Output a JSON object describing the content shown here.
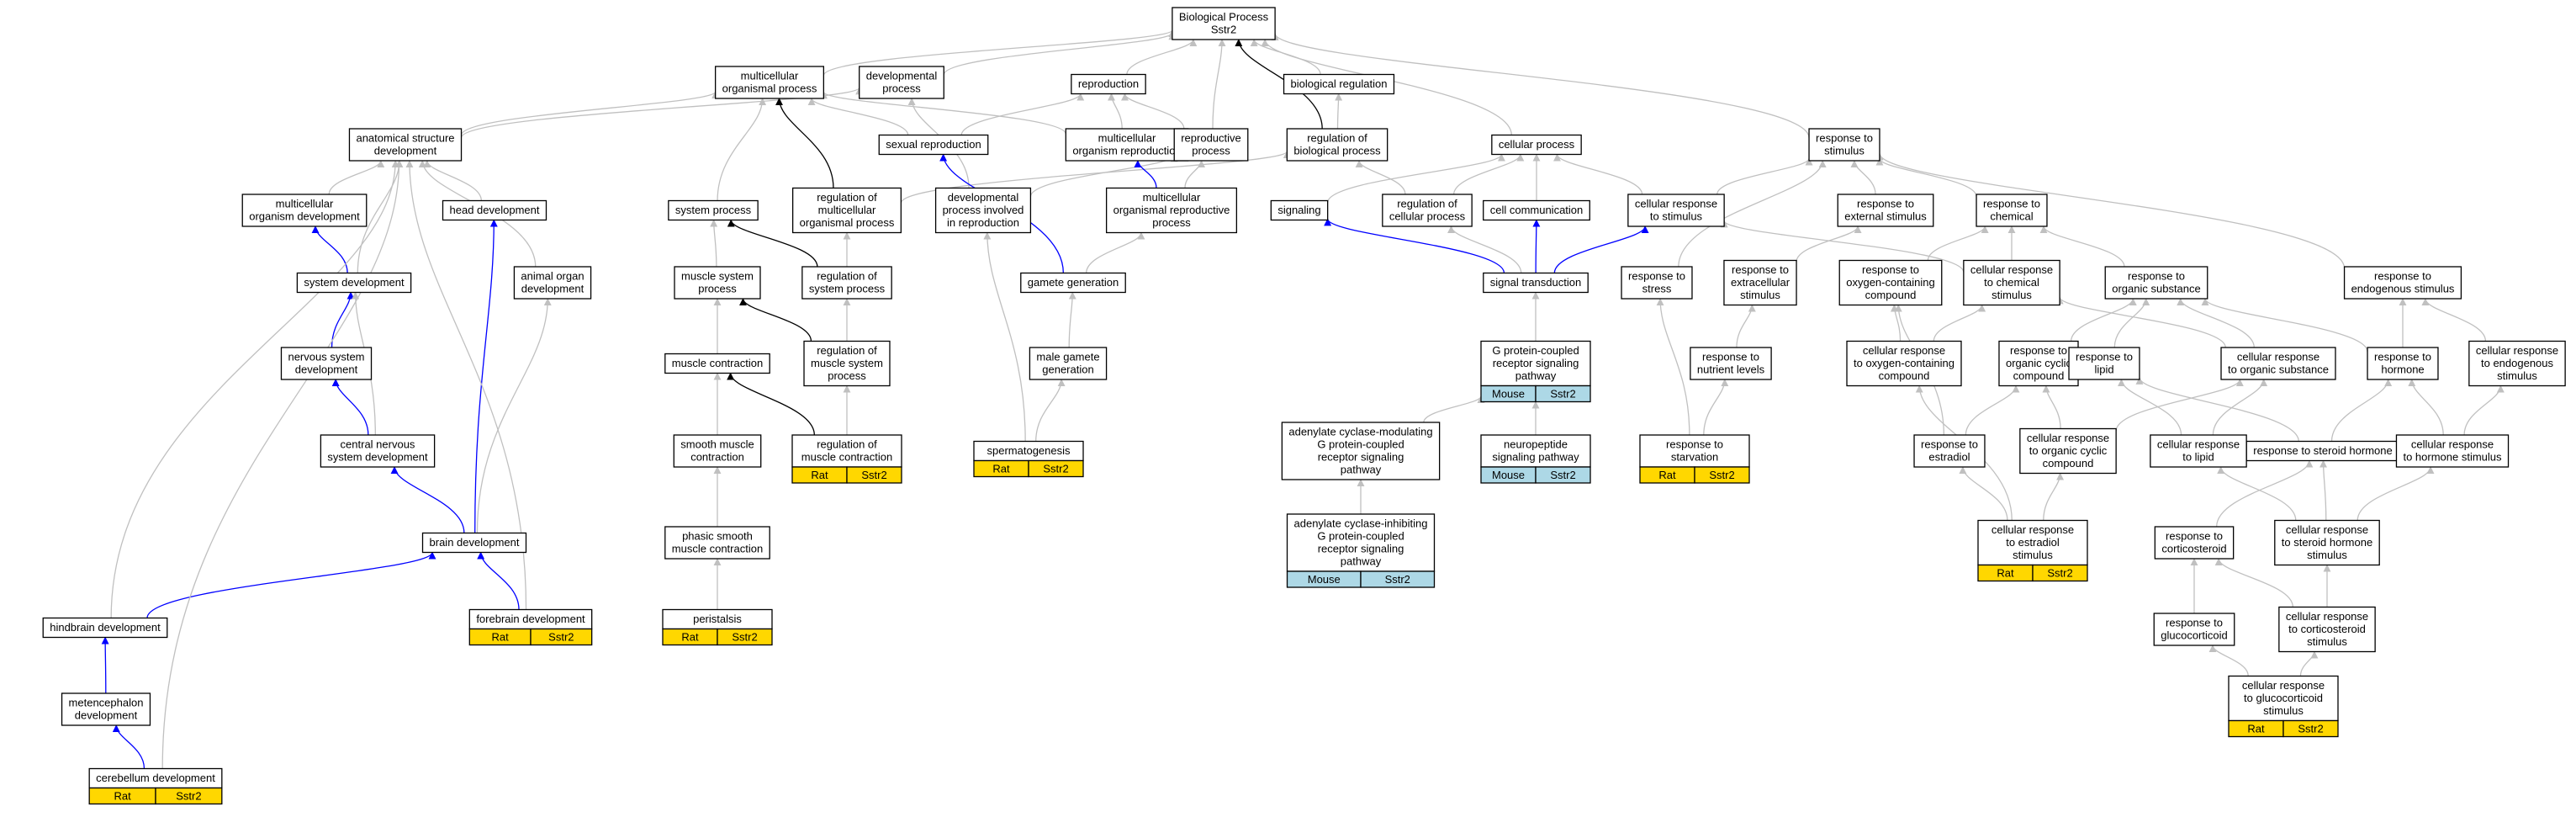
{
  "colors": {
    "gray_edge": "#c0c0c0",
    "black_edge": "#000000",
    "blue_edge": "#0000ff",
    "rat_fill": "#ffd700",
    "mouse_fill": "#add8e6"
  },
  "nodes": {
    "bp": [
      "Biological Process",
      "Sstr2"
    ],
    "mop": [
      "multicellular",
      "organismal process"
    ],
    "devp": [
      "developmental",
      "process"
    ],
    "repro": [
      "reproduction"
    ],
    "biorg": [
      "biological regulation"
    ],
    "asd": [
      "anatomical structure",
      "development"
    ],
    "sexrep": [
      "sexual reproduction"
    ],
    "mor": [
      "multicellular",
      "organism reproduction"
    ],
    "rp": [
      "reproductive",
      "process"
    ],
    "rbp": [
      "regulation of",
      "biological process"
    ],
    "cellp": [
      "cellular process"
    ],
    "rts": [
      "response to",
      "stimulus"
    ],
    "mod": [
      "multicellular",
      "organism development"
    ],
    "hd": [
      "head development"
    ],
    "sysp": [
      "system process"
    ],
    "rmop": [
      "regulation of",
      "multicellular",
      "organismal process"
    ],
    "dpir": [
      "developmental",
      "process involved",
      "in reproduction"
    ],
    "morp": [
      "multicellular",
      "organismal reproductive",
      "process"
    ],
    "sig": [
      "signaling"
    ],
    "rcp": [
      "regulation of",
      "cellular process"
    ],
    "cc": [
      "cell communication"
    ],
    "crs": [
      "cellular response",
      "to stimulus"
    ],
    "res": [
      "response to",
      "external stimulus"
    ],
    "rchem": [
      "response to",
      "chemical"
    ],
    "sysd": [
      "system development"
    ],
    "aod": [
      "animal organ",
      "development"
    ],
    "msp": [
      "muscle system",
      "process"
    ],
    "rsp": [
      "regulation of",
      "system process"
    ],
    "gg": [
      "gamete generation"
    ],
    "st": [
      "signal transduction"
    ],
    "rstress": [
      "response to",
      "stress"
    ],
    "res2": [
      "response to",
      "extracellular",
      "stimulus"
    ],
    "rocc": [
      "response to",
      "oxygen-containing",
      "compound"
    ],
    "crcs": [
      "cellular response",
      "to chemical",
      "stimulus"
    ],
    "ros": [
      "response to",
      "organic substance"
    ],
    "rends": [
      "response to",
      "endogenous stimulus"
    ],
    "nsd": [
      "nervous system",
      "development"
    ],
    "mc": [
      "muscle contraction"
    ],
    "rmsp": [
      "regulation of",
      "muscle system",
      "process"
    ],
    "mgg": [
      "male gamete",
      "generation"
    ],
    "gpcr": [
      "G protein-coupled",
      "receptor signaling",
      "pathway"
    ],
    "rnl": [
      "response to",
      "nutrient levels"
    ],
    "croc": [
      "cellular response",
      "to oxygen-containing",
      "compound"
    ],
    "rocyc": [
      "response to",
      "organic cyclic",
      "compound"
    ],
    "rlip": [
      "response to",
      "lipid"
    ],
    "cros": [
      "cellular response",
      "to organic substance"
    ],
    "rhorm": [
      "response to",
      "hormone"
    ],
    "cres": [
      "cellular response",
      "to endogenous",
      "stimulus"
    ],
    "cnsd": [
      "central nervous",
      "system development"
    ],
    "smc": [
      "smooth muscle",
      "contraction"
    ],
    "rmc": [
      "regulation of",
      "muscle contraction"
    ],
    "sperm": [
      "spermatogenesis"
    ],
    "acmod": [
      "adenylate cyclase-modulating",
      "G protein-coupled",
      "receptor signaling",
      "pathway"
    ],
    "nsp": [
      "neuropeptide",
      "signaling pathway"
    ],
    "rstarv": [
      "response to",
      "starvation"
    ],
    "restr": [
      "response to",
      "estradiol"
    ],
    "crocyc": [
      "cellular response",
      "to organic cyclic",
      "compound"
    ],
    "crlip": [
      "cellular response",
      "to lipid"
    ],
    "rsh": [
      "response to steroid hormone"
    ],
    "crhs": [
      "cellular response",
      "to hormone stimulus"
    ],
    "bd": [
      "brain development"
    ],
    "psmc": [
      "phasic smooth",
      "muscle contraction"
    ],
    "acinh": [
      "adenylate cyclase-inhibiting",
      "G protein-coupled",
      "receptor signaling",
      "pathway"
    ],
    "cres2": [
      "cellular response",
      "to estradiol",
      "stimulus"
    ],
    "rcort": [
      "response to",
      "corticosteroid"
    ],
    "crsh": [
      "cellular response",
      "to steroid hormone",
      "stimulus"
    ],
    "hbd": [
      "hindbrain development"
    ],
    "fbd": [
      "forebrain development"
    ],
    "peri": [
      "peristalsis"
    ],
    "rgluc": [
      "response to",
      "glucocorticoid"
    ],
    "crcort": [
      "cellular response",
      "to corticosteroid",
      "stimulus"
    ],
    "med": [
      "metencephalon",
      "development"
    ],
    "crgs": [
      "cellular response",
      "to glucocorticoid",
      "stimulus"
    ],
    "cbd": [
      "cerebellum development"
    ]
  },
  "annotations": {
    "fbd": [
      "Rat",
      "Sstr2"
    ],
    "cbd": [
      "Rat",
      "Sstr2"
    ],
    "rmc": [
      "Rat",
      "Sstr2"
    ],
    "peri": [
      "Rat",
      "Sstr2"
    ],
    "sperm": [
      "Rat",
      "Sstr2"
    ],
    "gpcr": [
      "Mouse",
      "Sstr2"
    ],
    "nsp": [
      "Mouse",
      "Sstr2"
    ],
    "acinh": [
      "Mouse",
      "Sstr2"
    ],
    "rstarv": [
      "Rat",
      "Sstr2"
    ],
    "cres2": [
      "Rat",
      "Sstr2"
    ],
    "crgs": [
      "Rat",
      "Sstr2"
    ]
  },
  "edges": [
    [
      "mop",
      "bp",
      "gray"
    ],
    [
      "devp",
      "bp",
      "gray"
    ],
    [
      "repro",
      "bp",
      "gray"
    ],
    [
      "biorg",
      "bp",
      "gray"
    ],
    [
      "rbp",
      "bp",
      "black"
    ],
    [
      "cellp",
      "bp",
      "gray"
    ],
    [
      "rts",
      "bp",
      "gray"
    ],
    [
      "rp",
      "bp",
      "gray"
    ],
    [
      "asd",
      "mop",
      "gray"
    ],
    [
      "asd",
      "devp",
      "gray"
    ],
    [
      "sexrep",
      "repro",
      "gray"
    ],
    [
      "sexrep",
      "mop",
      "gray"
    ],
    [
      "mor",
      "repro",
      "gray"
    ],
    [
      "mor",
      "mop",
      "gray"
    ],
    [
      "rp",
      "repro",
      "gray"
    ],
    [
      "rbp",
      "biorg",
      "gray"
    ],
    [
      "mod",
      "asd",
      "gray"
    ],
    [
      "hd",
      "asd",
      "gray"
    ],
    [
      "sysp",
      "mop",
      "gray"
    ],
    [
      "rmop",
      "mop",
      "black"
    ],
    [
      "rmop",
      "rbp",
      "gray"
    ],
    [
      "dpir",
      "devp",
      "gray"
    ],
    [
      "dpir",
      "rp",
      "gray"
    ],
    [
      "morp",
      "mor",
      "blue"
    ],
    [
      "morp",
      "rp",
      "gray"
    ],
    [
      "sig",
      "cellp",
      "gray"
    ],
    [
      "rcp",
      "rbp",
      "gray"
    ],
    [
      "rcp",
      "cellp",
      "gray"
    ],
    [
      "cc",
      "cellp",
      "gray"
    ],
    [
      "crs",
      "cellp",
      "gray"
    ],
    [
      "crs",
      "rts",
      "gray"
    ],
    [
      "res",
      "rts",
      "gray"
    ],
    [
      "rchem",
      "rts",
      "gray"
    ],
    [
      "sysd",
      "mod",
      "blue"
    ],
    [
      "sysd",
      "asd",
      "gray"
    ],
    [
      "aod",
      "asd",
      "gray"
    ],
    [
      "msp",
      "sysp",
      "gray"
    ],
    [
      "rsp",
      "sysp",
      "black"
    ],
    [
      "rsp",
      "rmop",
      "gray"
    ],
    [
      "gg",
      "sexrep",
      "blue"
    ],
    [
      "gg",
      "morp",
      "gray"
    ],
    [
      "st",
      "sig",
      "blue"
    ],
    [
      "st",
      "cc",
      "blue"
    ],
    [
      "st",
      "crs",
      "blue"
    ],
    [
      "st",
      "rcp",
      "gray"
    ],
    [
      "rstress",
      "rts",
      "gray"
    ],
    [
      "res2",
      "res",
      "gray"
    ],
    [
      "rocc",
      "rchem",
      "gray"
    ],
    [
      "crcs",
      "rchem",
      "gray"
    ],
    [
      "crcs",
      "crs",
      "gray"
    ],
    [
      "ros",
      "rchem",
      "gray"
    ],
    [
      "rends",
      "rts",
      "gray"
    ],
    [
      "nsd",
      "sysd",
      "blue"
    ],
    [
      "mc",
      "msp",
      "gray"
    ],
    [
      "rmsp",
      "msp",
      "black"
    ],
    [
      "rmsp",
      "rsp",
      "gray"
    ],
    [
      "mgg",
      "gg",
      "gray"
    ],
    [
      "gpcr",
      "st",
      "gray"
    ],
    [
      "rnl",
      "res2",
      "gray"
    ],
    [
      "croc",
      "rocc",
      "gray"
    ],
    [
      "croc",
      "crcs",
      "gray"
    ],
    [
      "rocyc",
      "ros",
      "gray"
    ],
    [
      "rlip",
      "ros",
      "gray"
    ],
    [
      "cros",
      "ros",
      "gray"
    ],
    [
      "cros",
      "crcs",
      "gray"
    ],
    [
      "rhorm",
      "ros",
      "gray"
    ],
    [
      "rhorm",
      "rends",
      "gray"
    ],
    [
      "cres",
      "rends",
      "gray"
    ],
    [
      "cnsd",
      "nsd",
      "blue"
    ],
    [
      "cnsd",
      "sysd",
      "gray"
    ],
    [
      "smc",
      "mc",
      "gray"
    ],
    [
      "rmc",
      "mc",
      "black"
    ],
    [
      "rmc",
      "rmsp",
      "gray"
    ],
    [
      "sperm",
      "mgg",
      "gray"
    ],
    [
      "sperm",
      "dpir",
      "gray"
    ],
    [
      "acmod",
      "gpcr",
      "gray"
    ],
    [
      "nsp",
      "gpcr",
      "gray"
    ],
    [
      "rstarv",
      "rstress",
      "gray"
    ],
    [
      "rstarv",
      "rnl",
      "gray"
    ],
    [
      "restr",
      "rocyc",
      "gray"
    ],
    [
      "restr",
      "rocc",
      "gray"
    ],
    [
      "crocyc",
      "rocyc",
      "gray"
    ],
    [
      "crocyc",
      "cros",
      "gray"
    ],
    [
      "crlip",
      "rlip",
      "gray"
    ],
    [
      "crlip",
      "cros",
      "gray"
    ],
    [
      "rsh",
      "rhorm",
      "gray"
    ],
    [
      "rsh",
      "rlip",
      "gray"
    ],
    [
      "crhs",
      "rhorm",
      "gray"
    ],
    [
      "crhs",
      "cres",
      "gray"
    ],
    [
      "bd",
      "cnsd",
      "blue"
    ],
    [
      "bd",
      "hd",
      "blue"
    ],
    [
      "bd",
      "aod",
      "gray"
    ],
    [
      "psmc",
      "smc",
      "gray"
    ],
    [
      "acinh",
      "acmod",
      "gray"
    ],
    [
      "cres2",
      "restr",
      "gray"
    ],
    [
      "cres2",
      "crocyc",
      "gray"
    ],
    [
      "cres2",
      "croc",
      "gray"
    ],
    [
      "rcort",
      "rsh",
      "gray"
    ],
    [
      "crsh",
      "rsh",
      "gray"
    ],
    [
      "crsh",
      "crlip",
      "gray"
    ],
    [
      "crsh",
      "crhs",
      "gray"
    ],
    [
      "hbd",
      "bd",
      "blue"
    ],
    [
      "hbd",
      "asd",
      "gray"
    ],
    [
      "fbd",
      "bd",
      "blue"
    ],
    [
      "fbd",
      "asd",
      "gray"
    ],
    [
      "peri",
      "psmc",
      "gray"
    ],
    [
      "rgluc",
      "rcort",
      "gray"
    ],
    [
      "crcort",
      "crsh",
      "gray"
    ],
    [
      "crcort",
      "rcort",
      "gray"
    ],
    [
      "med",
      "hbd",
      "blue"
    ],
    [
      "crgs",
      "crcort",
      "gray"
    ],
    [
      "crgs",
      "rgluc",
      "gray"
    ],
    [
      "cbd",
      "med",
      "blue"
    ],
    [
      "cbd",
      "asd",
      "gray"
    ]
  ]
}
